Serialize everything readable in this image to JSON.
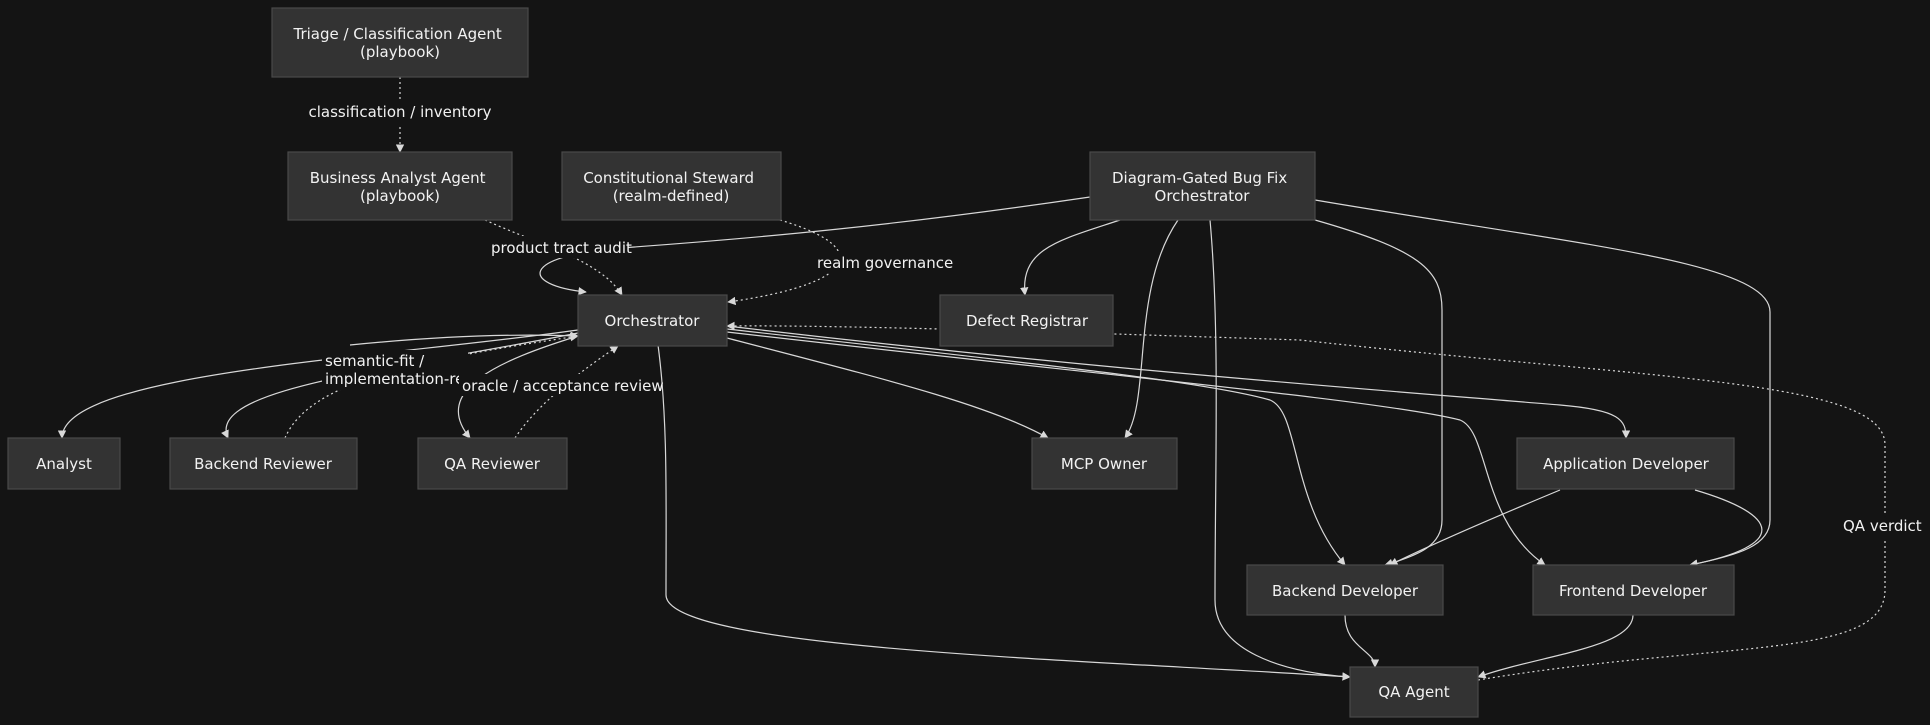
{
  "colors": {
    "background": "#141414",
    "node_fill": "#333333",
    "node_stroke": "#4a4a4a",
    "edge": "#d8d8d8",
    "text": "#f2f2f2"
  },
  "nodes": {
    "triage": [
      "Triage / Classification Agent",
      "(playbook)"
    ],
    "business_analyst": [
      "Business Analyst Agent",
      "(playbook)"
    ],
    "constitutional_steward": [
      "Constitutional Steward",
      "(realm-defined)"
    ],
    "bugfix_orchestrator": [
      "Diagram-Gated Bug Fix",
      "Orchestrator"
    ],
    "orchestrator": [
      "Orchestrator"
    ],
    "defect_registrar": [
      "Defect Registrar"
    ],
    "analyst": [
      "Analyst"
    ],
    "backend_reviewer": [
      "Backend Reviewer"
    ],
    "qa_reviewer": [
      "QA Reviewer"
    ],
    "mcp_owner": [
      "MCP Owner"
    ],
    "application_developer": [
      "Application Developer"
    ],
    "backend_developer": [
      "Backend Developer"
    ],
    "frontend_developer": [
      "Frontend Developer"
    ],
    "qa_agent": [
      "QA Agent"
    ]
  },
  "edge_labels": {
    "classification_inventory": [
      "classification / inventory"
    ],
    "product_tract_audit": [
      "product tract audit"
    ],
    "realm_governance": [
      "realm governance"
    ],
    "semantic_fit": [
      "semantic-fit /",
      "implementation-rea"
    ],
    "oracle_acceptance": [
      "oracle / acceptance review"
    ],
    "qa_verdict": [
      "QA verdict"
    ]
  }
}
